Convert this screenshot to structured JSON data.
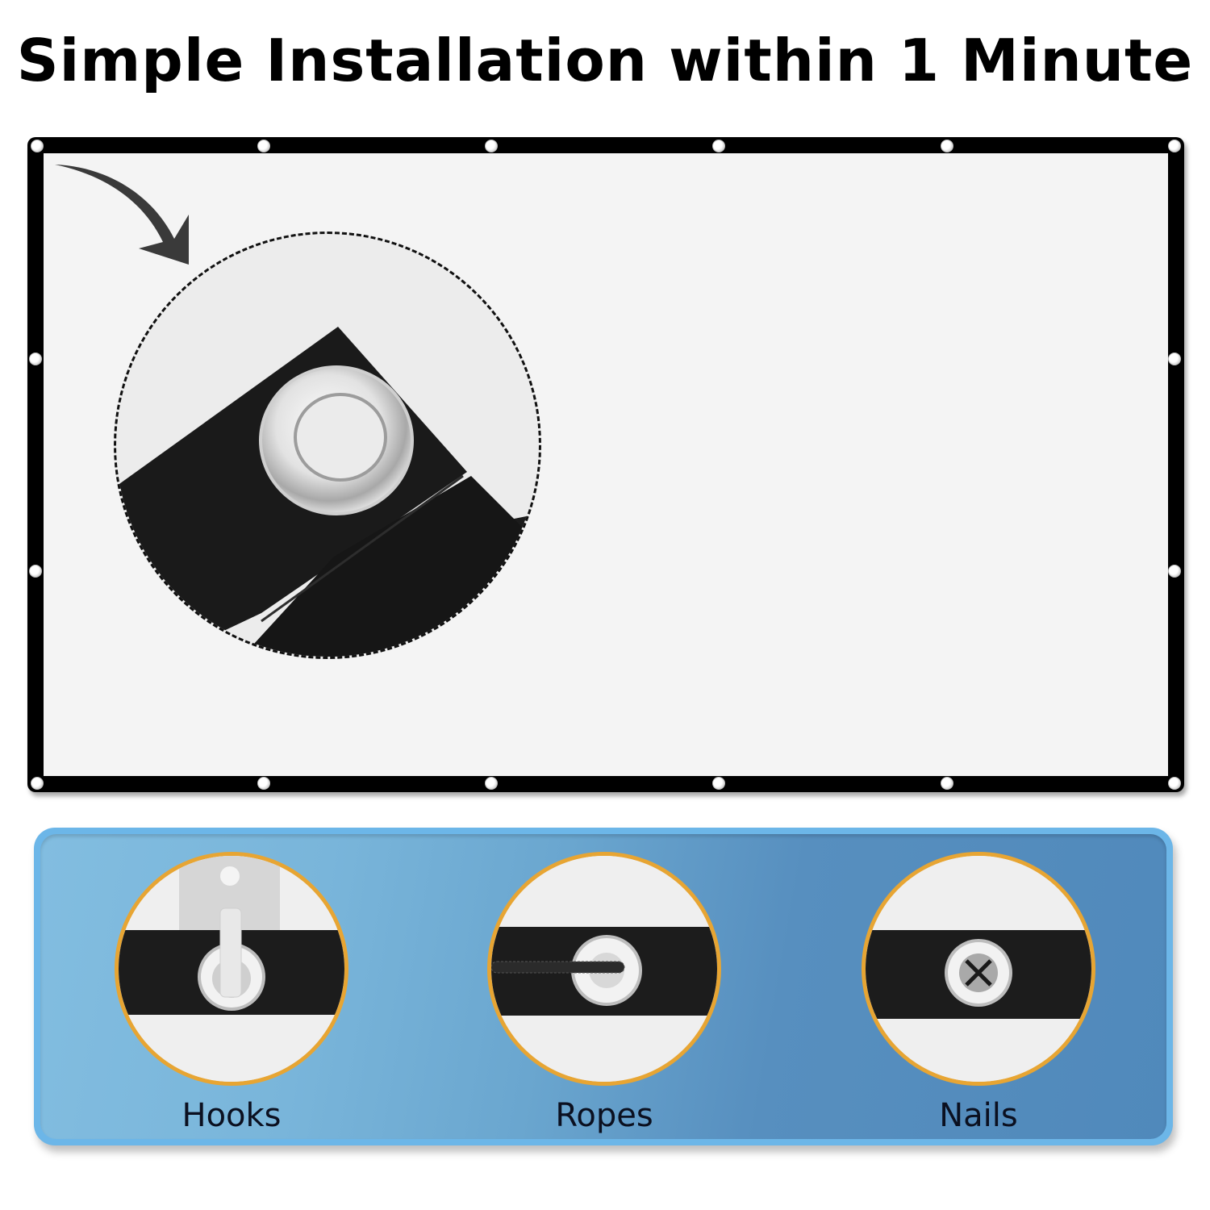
{
  "headline": "Simple Installation within 1 Minute",
  "screen": {
    "frame_color": "#000000",
    "surface_color": "#f4f4f4",
    "grommets": {
      "top_x": [
        46,
        327,
        609,
        891,
        1174,
        1456
      ],
      "bottom_x": [
        46,
        327,
        609,
        891,
        1174,
        1456
      ],
      "side_y": [
        445,
        708
      ]
    },
    "detail": {
      "arrow": "curved-arrow-down-right",
      "callout": "grommet-closeup"
    }
  },
  "methods_panel": {
    "background_color": "#6aa6cf",
    "ring_color": "#e7a533",
    "methods": [
      {
        "label": "Hooks",
        "icon": "hook-icon"
      },
      {
        "label": "Ropes",
        "icon": "rope-icon"
      },
      {
        "label": "Nails",
        "icon": "nail-icon"
      }
    ]
  }
}
